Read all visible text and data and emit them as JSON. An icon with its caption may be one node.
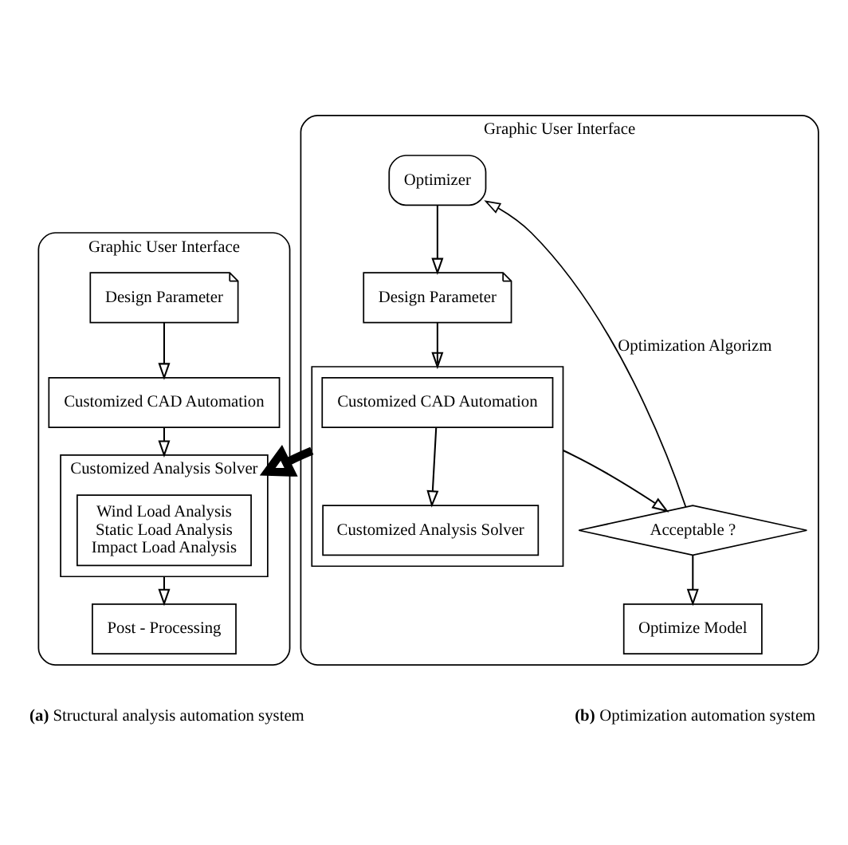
{
  "diagram": {
    "nodes": [
      {
        "text": [
          "Graphic User Interface"
        ]
      },
      {
        "text": [
          "Design Parameter"
        ],
        "in": 0
      },
      {
        "text": [
          "Customized CAD Automation"
        ],
        "in": 0
      },
      {
        "text": [
          "Customized Analysis Solver"
        ],
        "in": 0
      },
      {
        "text": [
          "Wind Load Analysis",
          "Static Load Analysis",
          "Impact Load Analysis"
        ],
        "in": 3
      },
      {
        "text": [
          "Post - Processing"
        ],
        "in": 0
      },
      {
        "text": [
          "Graphic User Interface"
        ]
      },
      {
        "text": [
          "Optimizer"
        ],
        "in": 6
      },
      {
        "text": [
          "Design Parameter"
        ],
        "in": 6
      },
      {
        "text": [],
        "shape": "box",
        "in": 6
      },
      {
        "text": [
          "Customized CAD Automation"
        ],
        "in": 9
      },
      {
        "text": [
          "Customized Analysis Solver"
        ],
        "in": 9
      },
      {
        "text": [
          "Acceptable ?"
        ],
        "in": 6
      },
      {
        "text": [
          "Optimize Model"
        ],
        "in": 6
      }
    ],
    "edges": [
      {
        "from": 1,
        "to": 2,
        "arrow": "to"
      },
      {
        "from": 2,
        "to": 3,
        "arrow": "to"
      },
      {
        "from": 3,
        "to": 5,
        "arrow": "to"
      },
      {
        "from": 7,
        "to": 8,
        "arrow": "to"
      },
      {
        "from": 8,
        "to": 9,
        "arrow": "to"
      },
      {
        "from": 10,
        "to": 11,
        "arrow": "to"
      },
      {
        "from": 9,
        "to": 12,
        "arrow": "to"
      },
      {
        "from": 12,
        "to": 13,
        "arrow": "to"
      },
      {
        "from": 12,
        "to": 7,
        "arrow": "to",
        "label": "Optimization Algorizm"
      },
      {
        "from": 9,
        "to": 3,
        "arrow": "to",
        "style": "thick"
      }
    ],
    "labels": [
      "**(a)** Structural analysis automation system",
      "**(b)** Optimization automation system"
    ]
  }
}
